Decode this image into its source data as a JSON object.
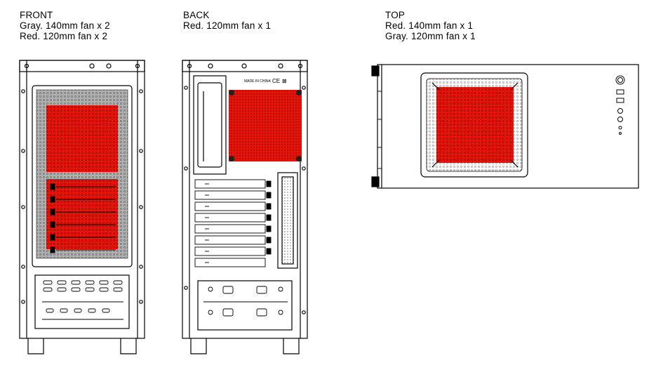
{
  "front": {
    "title": "FRONT",
    "line1": "Gray. 140mm fan x 2",
    "line2": "Red. 120mm fan x 2"
  },
  "back": {
    "title": "BACK",
    "line1": "Red. 120mm fan x 1",
    "marking": "MADE IN CHINA"
  },
  "top": {
    "title": "TOP",
    "line1": "Red. 140mm fan x 1",
    "line2": "Gray. 120mm fan x 1"
  },
  "colors": {
    "fan_red": "#e8140a",
    "fan_gray": "#b0b0b0",
    "outline": "#000000"
  }
}
